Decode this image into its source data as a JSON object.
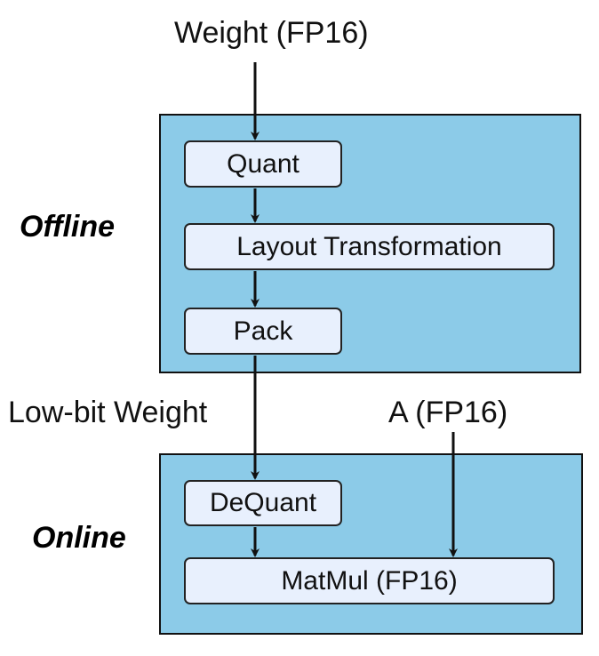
{
  "inputs": {
    "weight": "Weight (FP16)",
    "low_bit_weight": "Low-bit Weight",
    "activation": "A (FP16)"
  },
  "stages": {
    "offline": "Offline",
    "online": "Online"
  },
  "offline_steps": [
    "Quant",
    "Layout Transformation",
    "Pack"
  ],
  "online_steps": [
    "DeQuant",
    "MatMul (FP16)"
  ],
  "colors": {
    "panel_fill": "#8ccbe8",
    "box_fill": "#e8f0fd",
    "stroke": "#111111"
  }
}
